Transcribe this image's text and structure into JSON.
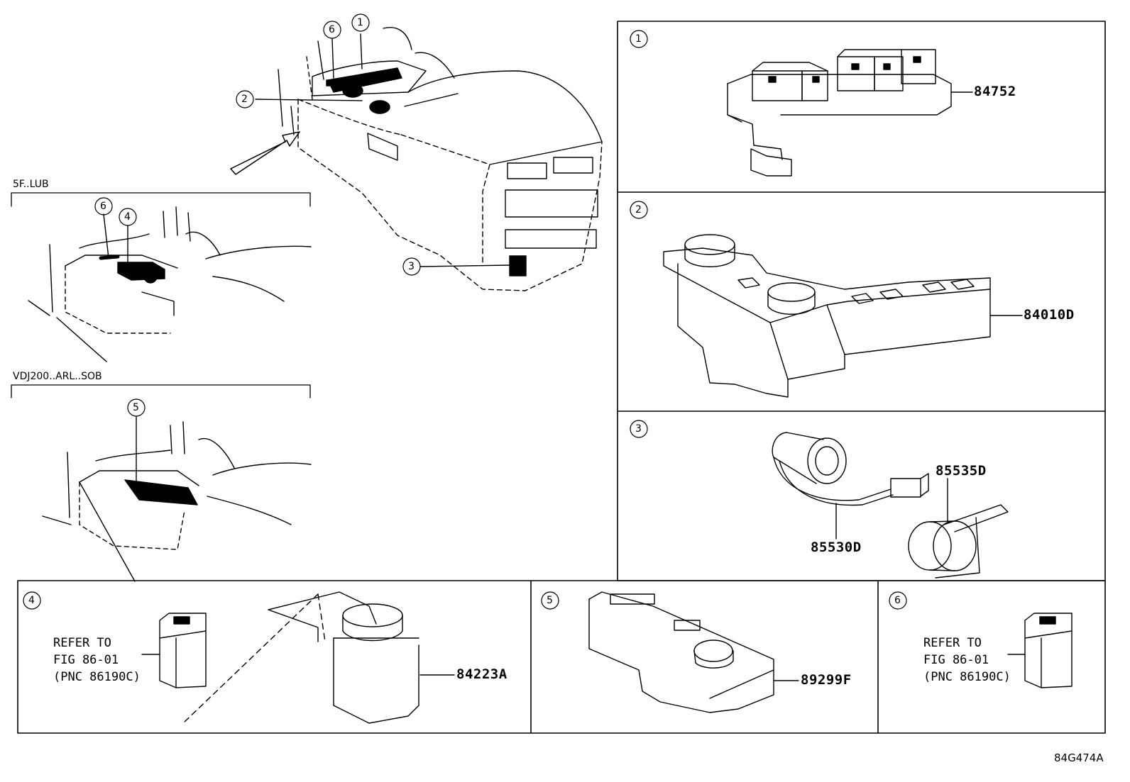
{
  "callouts": [
    "1",
    "2",
    "3",
    "4",
    "5",
    "6"
  ],
  "variants": {
    "lub": "5F..LUB",
    "sob": "VDJ200..ARL..SOB"
  },
  "parts": {
    "p1": "84752",
    "p2": "84010D",
    "p3a": "85535D",
    "p3b": "85530D",
    "p4": "84223A",
    "p5": "89299F"
  },
  "refer": {
    "line1": "REFER TO",
    "line2": "FIG 86-01",
    "line3": "(PNC 86190C)"
  },
  "figure_code": "84G474A"
}
